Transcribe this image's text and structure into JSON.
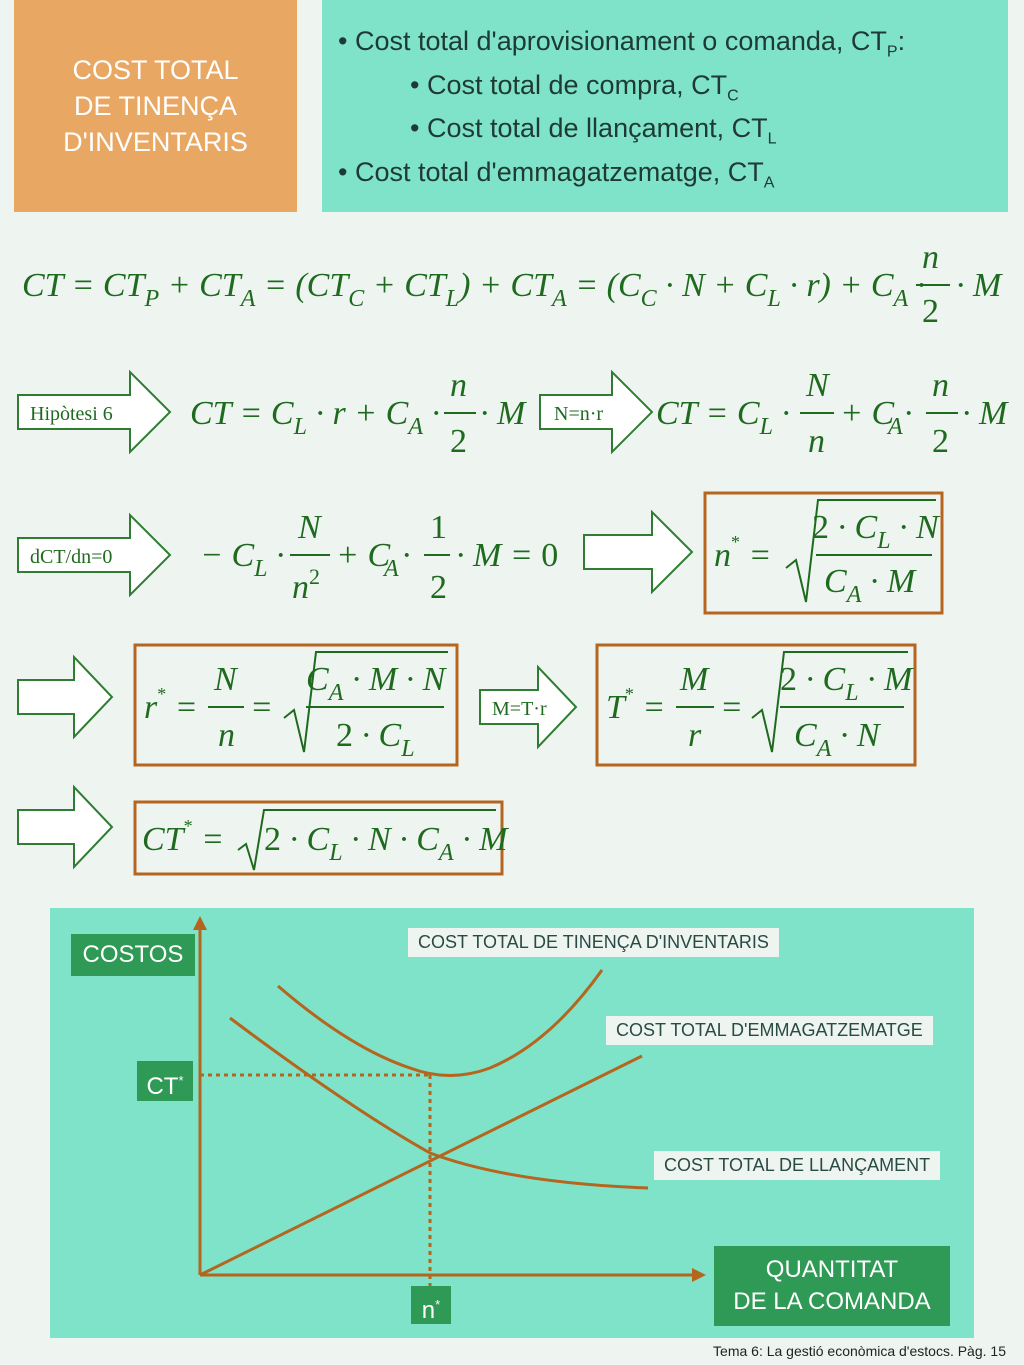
{
  "title_box": {
    "line1": "COST TOTAL",
    "line2": "DE TINENÇA",
    "line3": "D'INVENTARIS"
  },
  "cost_list": {
    "item1": "Cost total d'aprovisionament o comanda, CT",
    "item1_sub": "P",
    "item1_end": ":",
    "item2": "Cost total de compra, CT",
    "item2_sub": "C",
    "item3": "Cost total de llançament, CT",
    "item3_sub": "L",
    "item4": "Cost total d'emmagatzematge, CT",
    "item4_sub": "A"
  },
  "steps": {
    "hipotesi": "Hipòtesi 6",
    "n_eq": "N=n·r",
    "deriv": "dCT/dn=0",
    "m_eq": "M=T·r"
  },
  "chart": {
    "ylabel": "COSTOS",
    "xlabel_line1": "QUANTITAT",
    "xlabel_line2": "DE LA COMANDA",
    "ct_marker": "CT",
    "ct_marker_sup": "*",
    "n_marker": "n",
    "n_marker_sup": "*",
    "curve_total": "COST TOTAL DE TINENÇA D'INVENTARIS",
    "curve_storage": "COST TOTAL D'EMMAGATZEMATGE",
    "curve_launch": "COST TOTAL DE LLANÇAMENT"
  },
  "footer": "Tema 6: La gestió econòmica d'estocs. Pàg. 15",
  "colors": {
    "orange": "#e8a864",
    "teal": "#7ee3c8",
    "brown": "#b5651d",
    "green": "#1f6a1f",
    "tag_green": "#2f9a55"
  }
}
